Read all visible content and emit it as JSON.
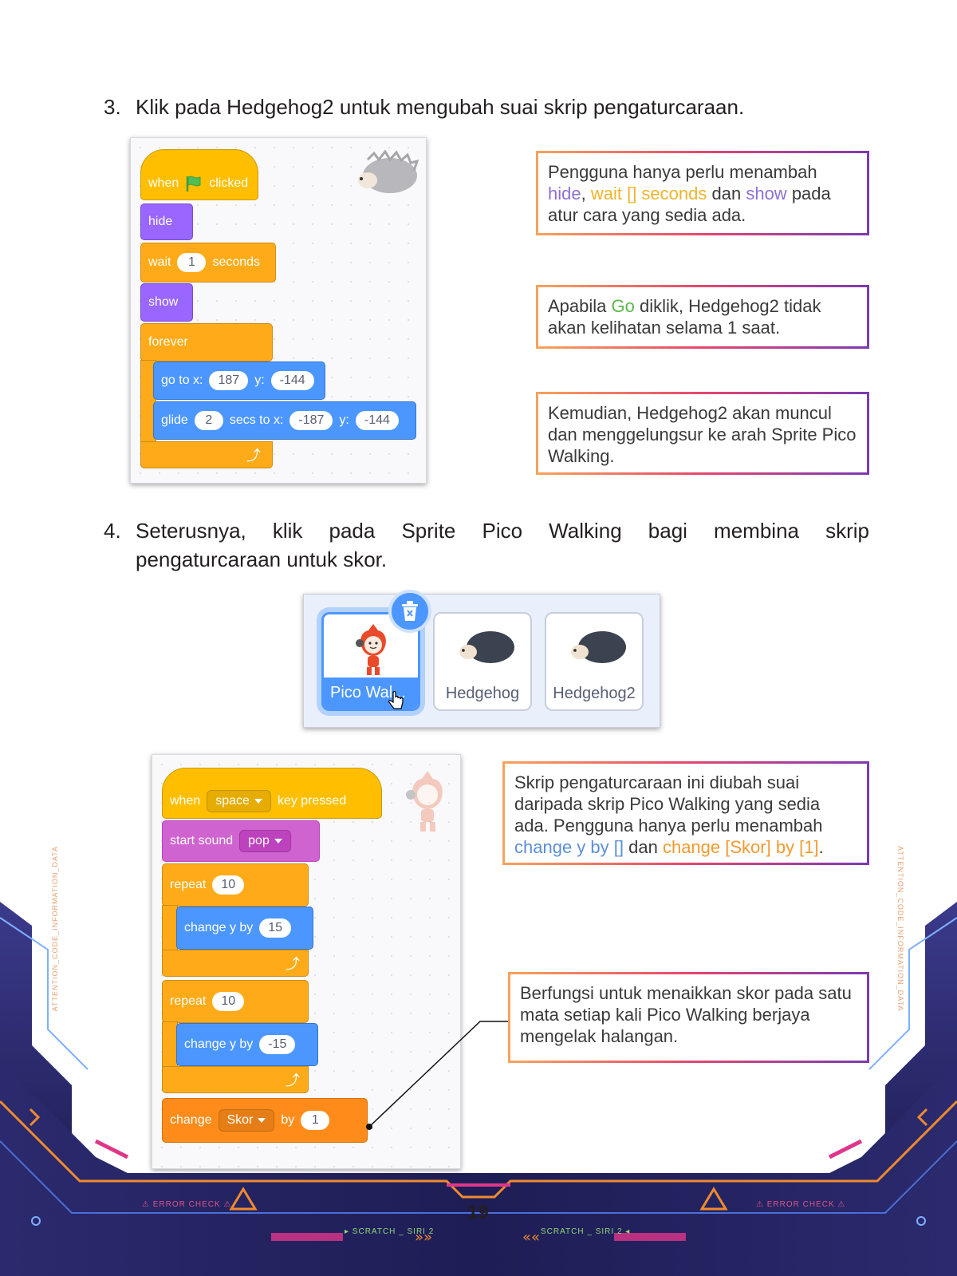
{
  "step3": {
    "number": "3.",
    "text": "Klik pada Hedgehog2 untuk mengubah suai skrip pengaturcaraan."
  },
  "script1": {
    "when": "when",
    "clicked": "clicked",
    "hide": "hide",
    "wait": "wait",
    "wait_value": "1",
    "seconds": "seconds",
    "show": "show",
    "forever": "forever",
    "goto": "go to x:",
    "goto_x": "187",
    "y": "y:",
    "goto_y": "-144",
    "glide": "glide",
    "glide_secs": "2",
    "secs_to_x": "secs to x:",
    "glide_x": "-187",
    "glide_y": "-144"
  },
  "note1": {
    "line1": "Pengguna hanya perlu menambah",
    "hide": "hide",
    "comma": ",",
    "wait": "wait [] seconds",
    "dan": "dan",
    "show": "show",
    "pada": "pada",
    "line3": "atur cara yang sedia ada."
  },
  "note2": {
    "before": "Apabila",
    "go": "Go",
    "after": "diklik, Hedgehog2 tidak akan kelihatan selama 1 saat."
  },
  "note3": {
    "text": "Kemudian, Hedgehog2 akan muncul dan menggelungsur ke arah Sprite Pico Walking."
  },
  "step4": {
    "number": "4.",
    "line1": "Seterusnya, klik pada Sprite Pico Walking bagi membina skrip",
    "line2": "pengaturcaraan untuk skor."
  },
  "sprites": [
    {
      "label": "Pico Wal..."
    },
    {
      "label": "Hedgehog"
    },
    {
      "label": "Hedgehog2"
    }
  ],
  "script2": {
    "when": "when",
    "key": "space",
    "key_pressed": "key pressed",
    "start_sound": "start sound",
    "sound": "pop",
    "repeat": "repeat",
    "repeat1": "10",
    "change_y": "change y by",
    "change_y1": "15",
    "repeat2": "10",
    "change_y2": "-15",
    "change": "change",
    "variable": "Skor",
    "by": "by",
    "change_value": "1"
  },
  "note4": {
    "text": "Skrip pengaturcaraan ini diubah suai daripada skrip Pico Walking yang sedia ada. Pengguna hanya perlu menambah",
    "change_y": "change y by []",
    "dan": "dan",
    "change_skor": "change [Skor] by [1]",
    "period": "."
  },
  "note5": {
    "text": "Berfungsi untuk menaikkan skor pada satu mata setiap kali Pico Walking berjaya mengelak halangan."
  },
  "decor": {
    "side_left": "ATTENTION_CODE_INFORMATION_DATA",
    "side_right": "ATTENTION_CODE_INFORMATION_DATA",
    "error_left": "⚠ ERROR CHECK ⚠",
    "error_right": "⚠ ERROR CHECK ⚠",
    "scratch_left": "▸ SCRATCH _ SIRI 2",
    "scratch_right": "SCRATCH _ SIRI 2 ◂",
    "page_number": "19"
  },
  "colors": {
    "events": "#ffbf00",
    "looks": "#9966ff",
    "control": "#ffab19",
    "motion": "#4c97ff",
    "sound": "#cf63cf",
    "variables": "#ff8c1a",
    "deco_navy": "#2b2a6e",
    "deco_orange": "#f08a2e",
    "deco_pink": "#e0368a"
  }
}
